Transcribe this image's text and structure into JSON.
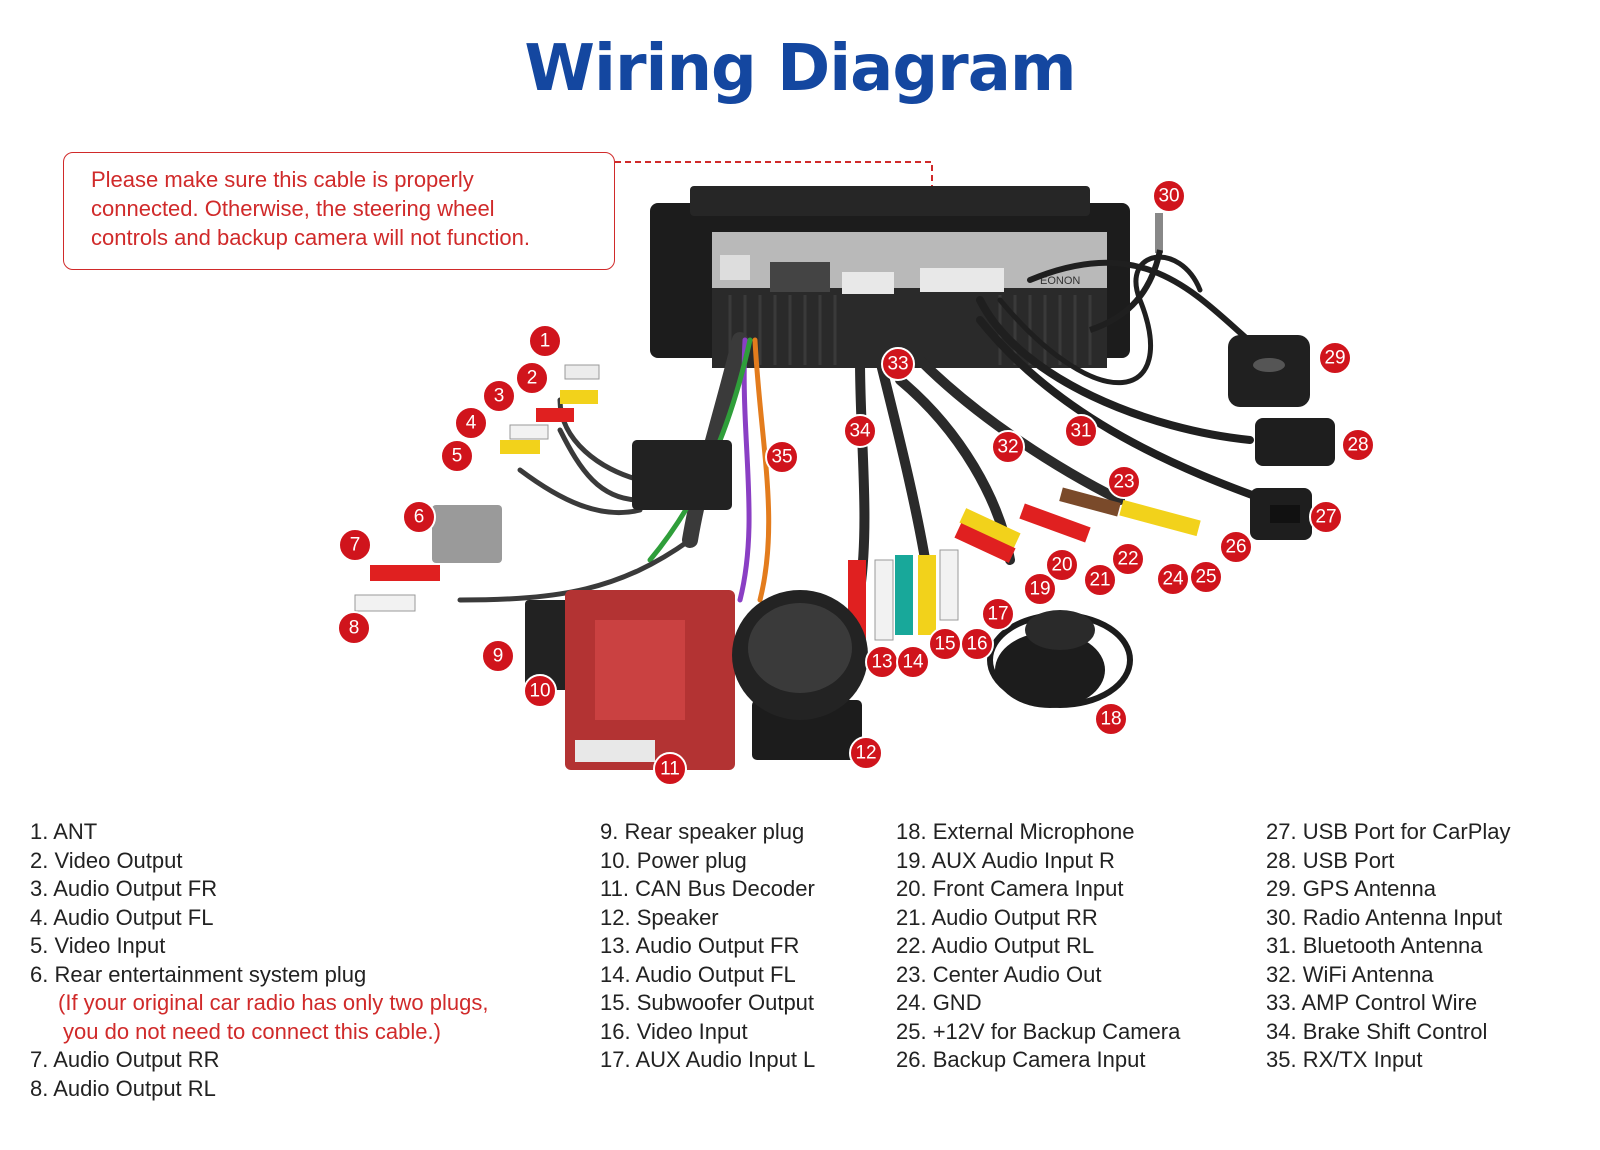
{
  "title": "Wiring Diagram",
  "callout": {
    "lines": [
      "Please make sure this cable is properly",
      "connected. Otherwise, the steering wheel",
      "controls and backup camera will not function."
    ],
    "color": "#d02a2a"
  },
  "unit_label": "EONON",
  "badge_color": "#d0141c",
  "title_color": "#1447a0",
  "badges": [
    "1",
    "2",
    "3",
    "4",
    "5",
    "6",
    "7",
    "8",
    "9",
    "10",
    "11",
    "12",
    "13",
    "14",
    "15",
    "16",
    "17",
    "18",
    "19",
    "20",
    "21",
    "22",
    "23",
    "24",
    "25",
    "26",
    "27",
    "28",
    "29",
    "30",
    "31",
    "32",
    "33",
    "34",
    "35"
  ],
  "legend": {
    "col1": [
      "1. ANT",
      "2. Video Output",
      "3. Audio Output FR",
      "4. Audio Output FL",
      "5. Video Input",
      "6. Rear entertainment system plug"
    ],
    "col1_note": [
      "(If your original car radio has only two plugs,",
      "you do not need to connect this cable.)"
    ],
    "col1_tail": [
      "7. Audio Output RR",
      "8. Audio Output RL"
    ],
    "col2": [
      "9. Rear speaker plug",
      "10. Power plug",
      "11. CAN Bus Decoder",
      "12. Speaker",
      "13. Audio Output FR",
      "14. Audio Output FL",
      "15. Subwoofer Output",
      "16. Video Input",
      "17. AUX Audio Input L"
    ],
    "col3": [
      "18. External Microphone",
      "19. AUX Audio Input R",
      "20. Front Camera Input",
      "21. Audio Output RR",
      "22. Audio Output RL",
      "23. Center Audio Out",
      "24. GND",
      "25. +12V for Backup Camera",
      "26. Backup Camera Input"
    ],
    "col4": [
      "27. USB Port for CarPlay",
      "28. USB Port",
      "29. GPS Antenna",
      "30. Radio Antenna Input",
      "31. Bluetooth Antenna",
      "32. WiFi Antenna",
      "33. AMP Control Wire",
      "34. Brake Shift Control",
      "35. RX/TX Input"
    ]
  }
}
